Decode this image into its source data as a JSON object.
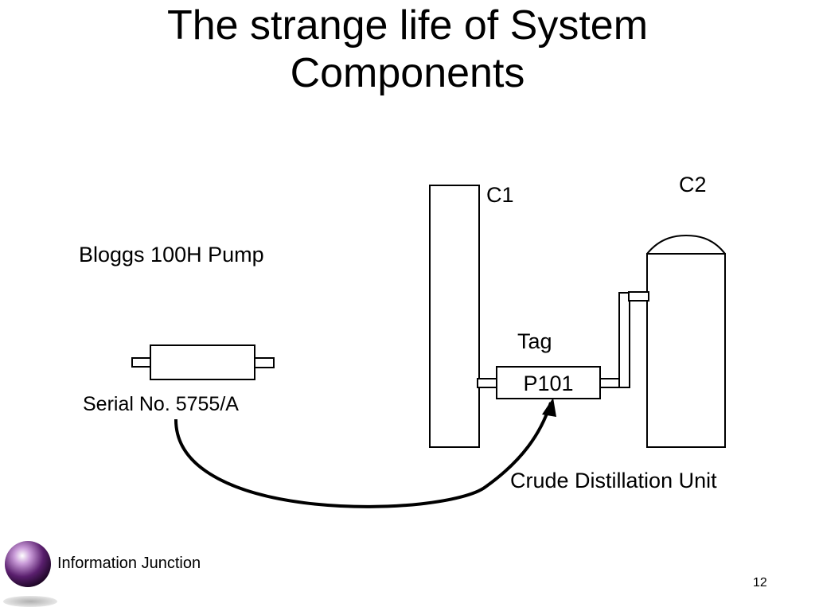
{
  "slide": {
    "title_line1": "The strange life of System",
    "title_line2": "Components",
    "page_number": "12"
  },
  "diagram": {
    "pump_model": "Bloggs 100H Pump",
    "serial_number": "Serial No. 5755/A",
    "column_c1": "C1",
    "column_c2": "C2",
    "tag_caption": "Tag",
    "tag_value": "P101",
    "unit_name": "Crude Distillation Unit"
  },
  "footer": {
    "brand": "Information Junction",
    "logo_icon": "purple-sphere-icon",
    "logo_color": "#5a1f6e"
  }
}
